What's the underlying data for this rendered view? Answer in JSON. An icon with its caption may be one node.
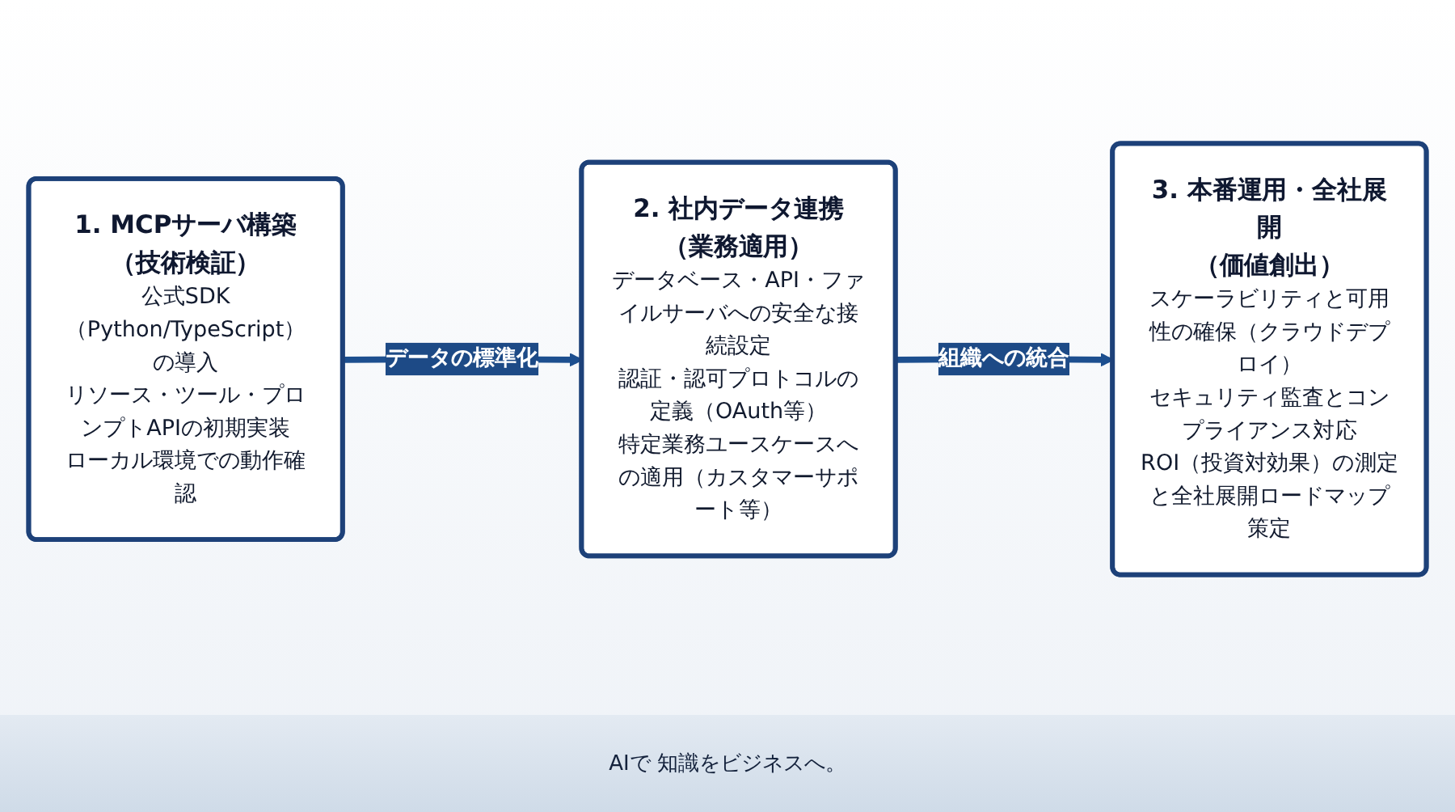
{
  "diagram": {
    "nodes": [
      {
        "text": [
          "1. MCPサーバ構築",
          "（技術検証）",
          "公式SDK（Python/TypeScript）の導入",
          "リソース・ツール・プロンプトAPIの初期実装",
          "ローカル環境での動作確認"
        ]
      },
      {
        "text": [
          "2. 社内データ連携",
          "（業務適用）",
          "データベース・API・ファイルサーバへの安全な接続設定",
          "認証・認可プロトコルの定義（OAuth等）",
          "特定業務ユースケースへの適用（カスタマーサポート等）"
        ]
      },
      {
        "text": [
          "3. 本番運用・全社展開",
          "（価値創出）",
          "スケーラビリティと可用性の確保（クラウドデプロイ）",
          "セキュリティ監査とコンプライアンス対応",
          "ROI（投資対効果）の測定と全社展開ロードマップ策定"
        ]
      }
    ],
    "edges": [
      {
        "from": 0,
        "to": 1,
        "arrow": "to",
        "label": "データの標準化"
      },
      {
        "from": 1,
        "to": 2,
        "arrow": "to",
        "label": "組織への統合"
      }
    ],
    "labels": [
      "AIで 知識をビジネスへ。"
    ]
  }
}
